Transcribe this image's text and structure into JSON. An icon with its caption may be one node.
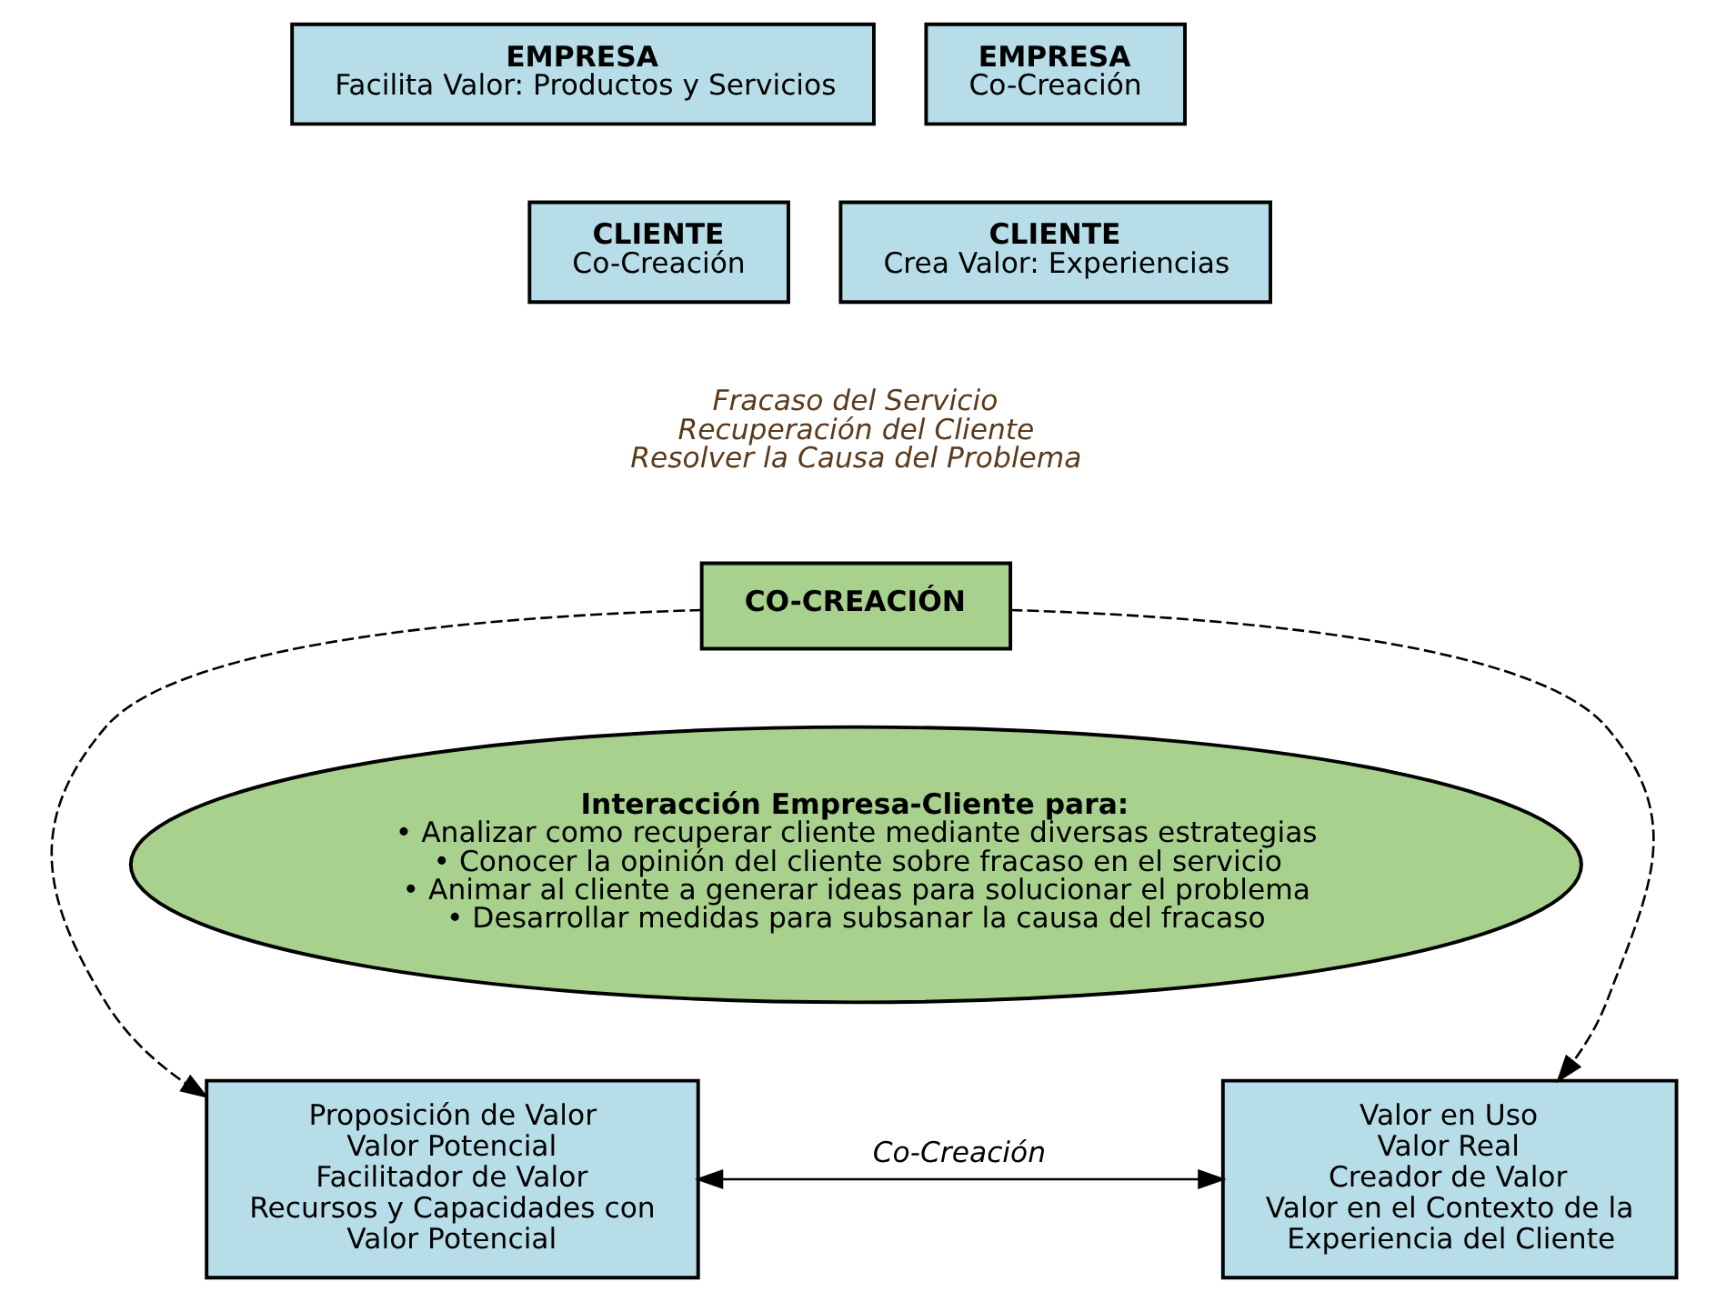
{
  "diagram": {
    "nodes": [
      {
        "text": [
          "EMPRESA",
          "Facilita Valor: Productos y Servicios"
        ]
      },
      {
        "text": [
          "EMPRESA",
          "Co-Creación"
        ]
      },
      {
        "text": [
          "CLIENTE",
          "Co-Creación"
        ]
      },
      {
        "text": [
          "CLIENTE",
          "Crea Valor: Experiencias"
        ]
      },
      {
        "text": [
          "CO-CREACIÓN"
        ],
        "beside": [
          "Fracaso del Servicio",
          "Recuperación del Cliente",
          "Resolver la Causa del Problema"
        ]
      },
      {
        "text": [
          "Interacción Empresa-Cliente para:",
          "• Analizar como recuperar cliente mediante diversas estrategias",
          "• Conocer la opinión del cliente sobre fracaso en el servicio",
          "• Animar al cliente a generar ideas para solucionar el problema",
          "• Desarrollar medidas para subsanar la causa del fracaso"
        ]
      },
      {
        "text": [
          "Proposición de Valor",
          "Valor Potencial",
          "Facilitador de Valor",
          "Recursos y Capacidades con Valor Potencial"
        ]
      },
      {
        "text": [
          "Valor en Uso",
          "Valor Real",
          "Creador de Valor",
          "Valor en el Contexto de la Experiencia del Cliente"
        ]
      }
    ],
    "edges": [
      {
        "from": 4,
        "to": 6,
        "arrow": "to",
        "style": "dashed"
      },
      {
        "from": 4,
        "to": 7,
        "arrow": "to",
        "style": "dashed"
      },
      {
        "from": 6,
        "to": 7,
        "arrow": "both",
        "label": "Co-Creación"
      }
    ]
  }
}
